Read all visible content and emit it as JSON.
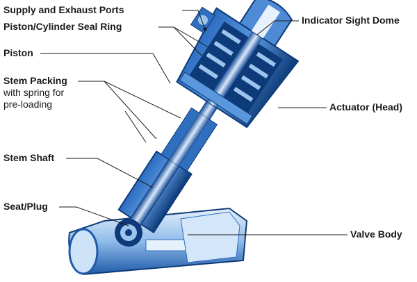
{
  "labels": {
    "supply_exhaust_ports": "Supply and Exhaust Ports",
    "piston_seal_ring": "Piston/Cylinder Seal Ring",
    "piston": "Piston",
    "stem_packing": "Stem Packing",
    "stem_packing_note_1": "with spring for",
    "stem_packing_note_2": "pre-loading",
    "stem_shaft": "Stem Shaft",
    "seat_plug": "Seat/Plug",
    "indicator_sight_dome": "Indicator Sight Dome",
    "actuator_head": "Actuator (Head)",
    "valve_body": "Valve Body"
  },
  "colors": {
    "valve_dark": "#0d3a78",
    "valve_mid": "#2f6fc0",
    "valve_light": "#9cc4ef",
    "valve_highlight": "#e6f1fc",
    "leader_line": "#1a1a1a"
  }
}
